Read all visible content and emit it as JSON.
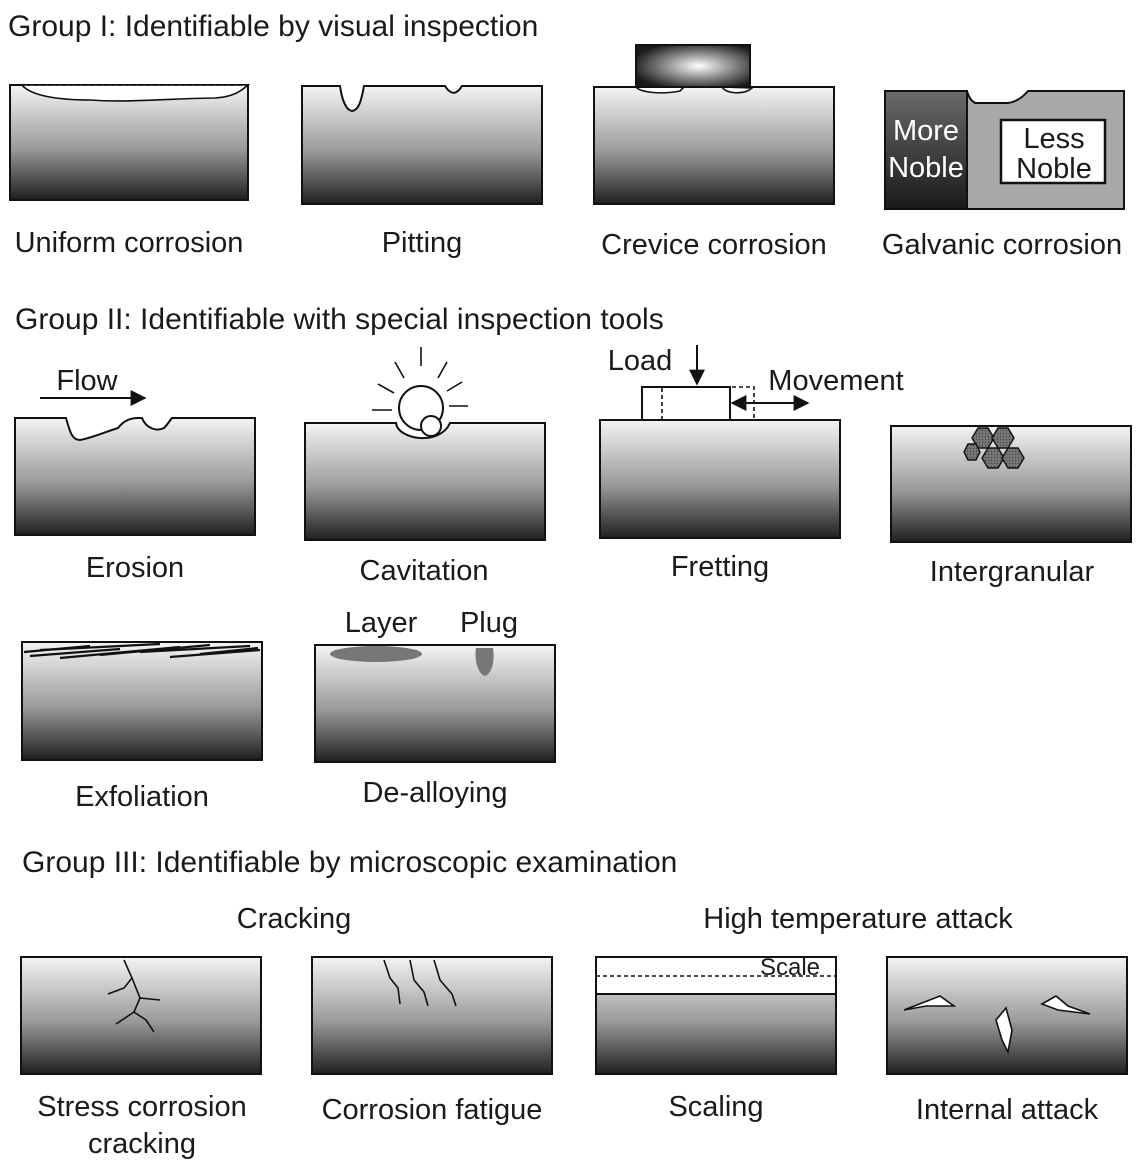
{
  "groups": {
    "g1": "Group I: Identifiable by visual inspection",
    "g2": "Group II: Identifiable with special inspection tools",
    "g3": "Group III: Identifiable by microscopic examination"
  },
  "g1_items": {
    "uniform": "Uniform corrosion",
    "pitting": "Pitting",
    "crevice": "Crevice corrosion",
    "galvanic": "Galvanic corrosion",
    "more_noble_1": "More",
    "more_noble_2": "Noble",
    "less_noble_1": "Less",
    "less_noble_2": "Noble"
  },
  "g2_items": {
    "erosion": "Erosion",
    "flow": "Flow",
    "cavitation": "Cavitation",
    "fretting": "Fretting",
    "load": "Load",
    "movement": "Movement",
    "intergranular": "Intergranular",
    "exfoliation": "Exfoliation",
    "dealloying": "De-alloying",
    "layer": "Layer",
    "plug": "Plug"
  },
  "g3_items": {
    "cracking": "Cracking",
    "high_temp": "High temperature attack",
    "scc_1": "Stress corrosion",
    "scc_2": "cracking",
    "fatigue": "Corrosion fatigue",
    "scaling": "Scaling",
    "scale": "Scale",
    "internal": "Internal attack"
  },
  "colors": {
    "metal_top": "#f4f4f4",
    "metal_bottom": "#1f1f1f",
    "line": "#111111"
  }
}
